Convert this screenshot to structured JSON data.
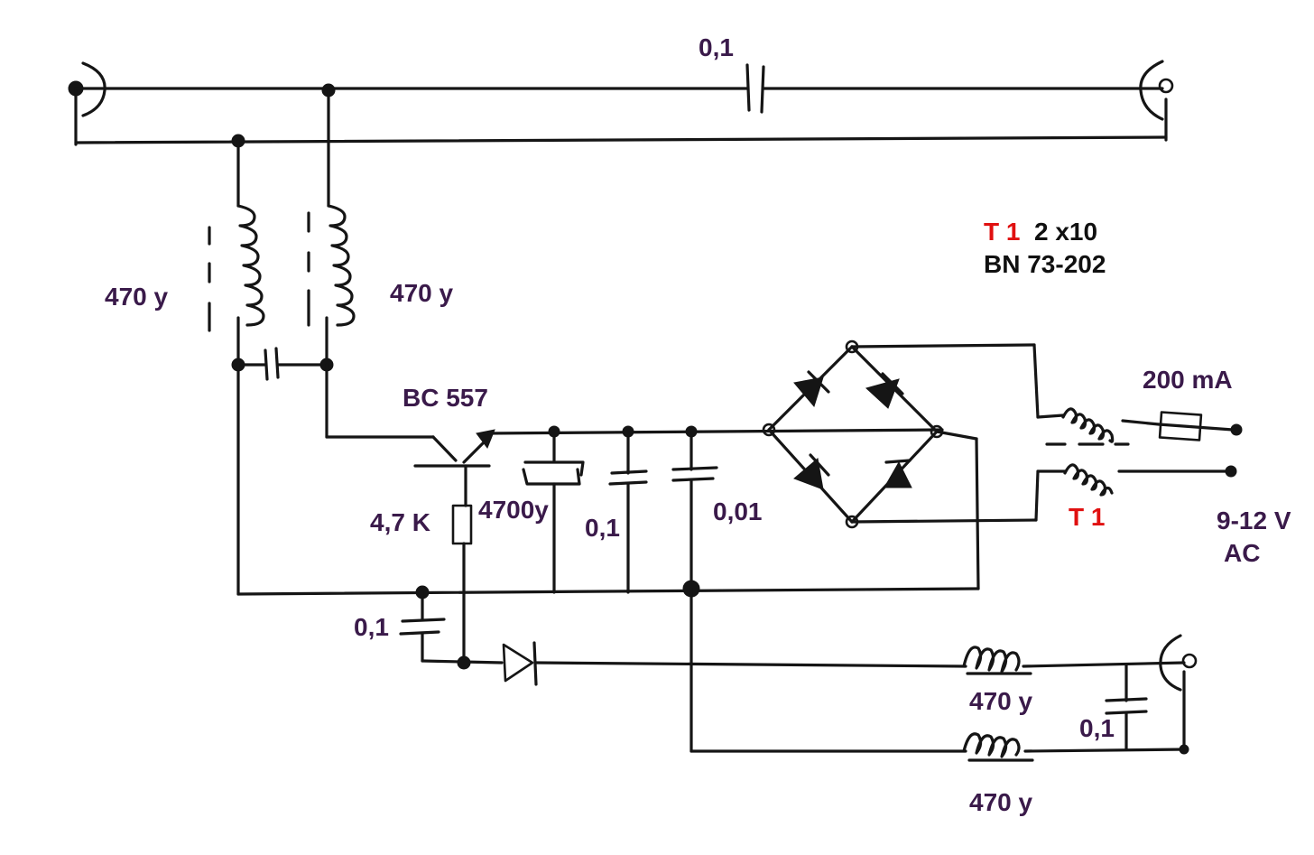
{
  "labels": {
    "cap_top": "0,1",
    "choke_left": "470 y",
    "choke_right": "470 y",
    "transistor": "BC 557",
    "resistor": "4,7 K",
    "elko": "4700y",
    "cap_mid1": "0,1",
    "cap_mid2": "0,01",
    "cap_bottom_left": "0,1",
    "choke_out1": "470 y",
    "choke_out2": "470 y",
    "cap_out": "0,1",
    "fuse": "200 mA",
    "t1_title": "T 1",
    "t1_spec": "2 x10",
    "t1_core": "BN 73-202",
    "t1_label": "T 1",
    "voltage": "9-12 V",
    "ac": "AC"
  },
  "colors": {
    "ink": "#151515",
    "label": "#3a1a4a",
    "highlight": "#e01010"
  }
}
